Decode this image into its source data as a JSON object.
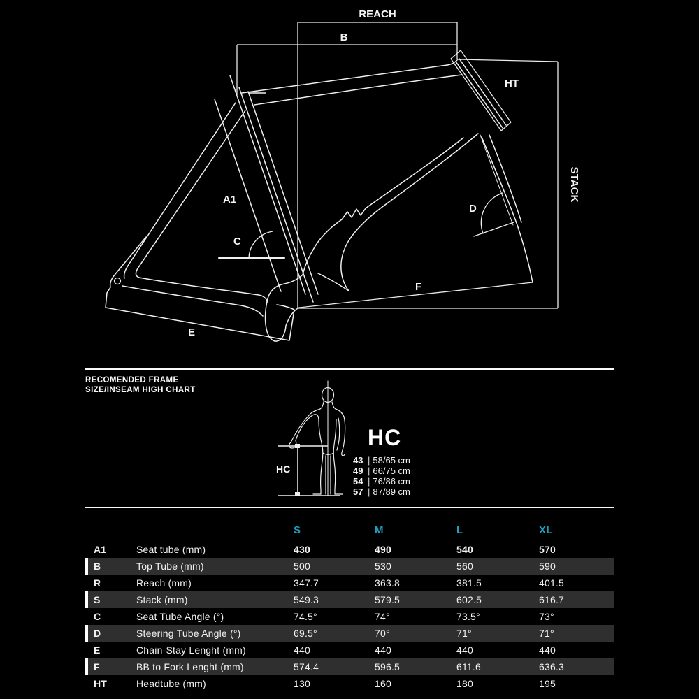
{
  "colors": {
    "background": "#000000",
    "line": "#f0f0f0",
    "accent_teal": "#1e9fbe",
    "stripe_gray": "#2f2f2f"
  },
  "diagram": {
    "labels": {
      "reach": "REACH",
      "b": "B",
      "ht": "HT",
      "stack": "STACK",
      "a1": "A1",
      "c": "C",
      "d": "D",
      "e": "E",
      "f": "F"
    }
  },
  "size_chart": {
    "heading_line1": "RECOMENDED FRAME",
    "heading_line2": "SIZE/INSEAM HIGH CHART",
    "hc_title": "HC",
    "hc_measure_label": "HC",
    "separator": "|",
    "entries": [
      {
        "size": "43",
        "range": "58/65 cm"
      },
      {
        "size": "49",
        "range": "66/75 cm"
      },
      {
        "size": "54",
        "range": "76/86 cm"
      },
      {
        "size": "57",
        "range": "87/89 cm"
      }
    ]
  },
  "table": {
    "columns": [
      "S",
      "M",
      "L",
      "XL"
    ],
    "rows": [
      {
        "code": "A1",
        "name": "Seat tube (mm)",
        "values": [
          "430",
          "490",
          "540",
          "570"
        ]
      },
      {
        "code": "B",
        "name": "Top Tube (mm)",
        "values": [
          "500",
          "530",
          "560",
          "590"
        ]
      },
      {
        "code": "R",
        "name": "Reach (mm)",
        "values": [
          "347.7",
          "363.8",
          "381.5",
          "401.5"
        ]
      },
      {
        "code": "S",
        "name": "Stack (mm)",
        "values": [
          "549.3",
          "579.5",
          "602.5",
          "616.7"
        ]
      },
      {
        "code": "C",
        "name": "Seat Tube Angle (°)",
        "values": [
          "74.5°",
          "74°",
          "73.5°",
          "73°"
        ]
      },
      {
        "code": "D",
        "name": "Steering Tube Angle (°)",
        "values": [
          "69.5°",
          "70°",
          "71°",
          "71°"
        ]
      },
      {
        "code": "E",
        "name": "Chain-Stay Lenght (mm)",
        "values": [
          "440",
          "440",
          "440",
          "440"
        ]
      },
      {
        "code": "F",
        "name": "BB to Fork Lenght (mm)",
        "values": [
          "574.4",
          "596.5",
          "611.6",
          "636.3"
        ]
      },
      {
        "code": "HT",
        "name": "Headtube (mm)",
        "values": [
          "130",
          "160",
          "180",
          "195"
        ]
      }
    ]
  }
}
